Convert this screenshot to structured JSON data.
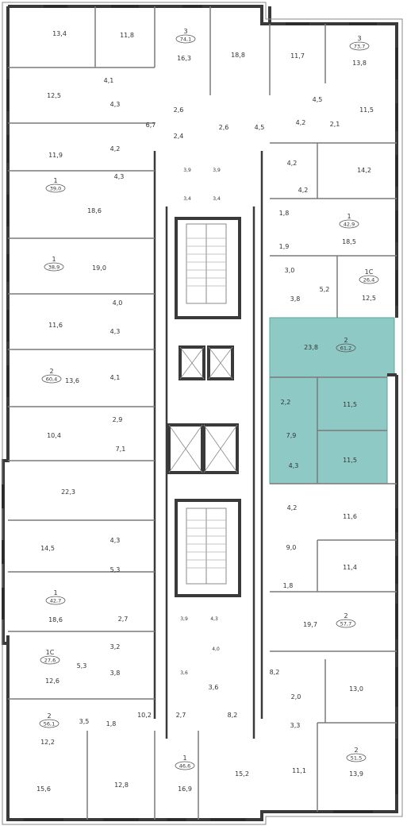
{
  "colors": {
    "wall": "#3a3a3a",
    "thin": "#8a8a8a",
    "highlight": "#8ec9c6",
    "highlight_stroke": "#5aa6a2",
    "background": "#ffffff"
  },
  "room_labels": {
    "r1": "13,4",
    "r2": "11,8",
    "r3": "16,3",
    "r4": "18,8",
    "r5": "11,7",
    "r6": "13,8",
    "r7": "4,1",
    "r8": "12,5",
    "r9": "4,3",
    "r10": "6,7",
    "r11": "2,6",
    "r12": "2,6",
    "r13": "4,5",
    "r14": "4,5",
    "r15": "4,2",
    "r16": "2,1",
    "r17": "11,5",
    "r18": "2,4",
    "r19": "11,9",
    "r20": "4,2",
    "r21": "4,3",
    "r22": "4,2",
    "r23": "14,2",
    "r24": "3,9",
    "r25": "3,9",
    "r26": "3,4",
    "r27": "3,4",
    "r28": "4,2",
    "r29": "18,6",
    "r30": "1,8",
    "r31": "18,5",
    "r32": "1,9",
    "r33": "19,0",
    "r34": "3,0",
    "r35": "5,2",
    "r36": "3,8",
    "r37": "12,5",
    "r38": "4,0",
    "r39": "11,6",
    "r40": "4,3",
    "r41": "23,8",
    "r42": "4,1",
    "r43": "13,6",
    "r44": "2,2",
    "r45": "11,5",
    "r46": "2,9",
    "r47": "10,4",
    "r48": "7,9",
    "r49": "7,1",
    "r50": "11,5",
    "r51": "4,3",
    "r52": "22,3",
    "r53": "4,2",
    "r54": "11,6",
    "r55": "4,3",
    "r56": "14,5",
    "r57": "9,0",
    "r58": "5,3",
    "r59": "11,4",
    "r60": "1,8",
    "r61": "18,6",
    "r62": "2,7",
    "r63": "3,9",
    "r64": "4,3",
    "r65": "19,7",
    "r66": "4,0",
    "r67": "3,2",
    "r68": "5,3",
    "r69": "3,8",
    "r70": "3,6",
    "r71": "12,6",
    "r72": "3,6",
    "r73": "8,2",
    "r74": "2,0",
    "r75": "13,0",
    "r76": "10,2",
    "r77": "3,5",
    "r78": "1,8",
    "r79": "2,7",
    "r80": "8,2",
    "r81": "3,3",
    "r82": "12,2",
    "r83": "15,6",
    "r84": "12,8",
    "r85": "16,9",
    "r86": "15,2",
    "r87": "11,1",
    "r88": "13,9"
  },
  "apartments": [
    {
      "rooms": "3",
      "area": "74,1"
    },
    {
      "rooms": "3",
      "area": "73,7"
    },
    {
      "rooms": "1",
      "area": "39,0"
    },
    {
      "rooms": "1",
      "area": "42,9"
    },
    {
      "rooms": "1",
      "area": "38,9"
    },
    {
      "rooms": "1С",
      "area": "26,4"
    },
    {
      "rooms": "2",
      "area": "61,2"
    },
    {
      "rooms": "2",
      "area": "60,4"
    },
    {
      "rooms": "1",
      "area": "42,7"
    },
    {
      "rooms": "2",
      "area": "57,7"
    },
    {
      "rooms": "1С",
      "area": "27,6"
    },
    {
      "rooms": "2",
      "area": "56,1"
    },
    {
      "rooms": "2",
      "area": "51,5"
    },
    {
      "rooms": "1",
      "area": "46,6"
    }
  ]
}
